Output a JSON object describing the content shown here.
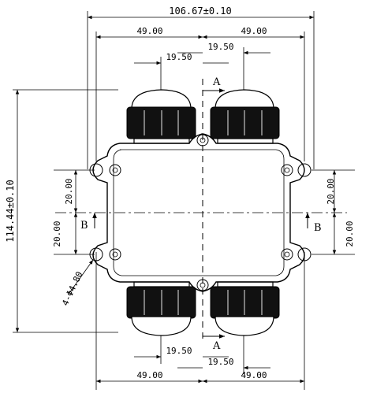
{
  "dimensions": {
    "overall_width": "106.67±0.10",
    "overall_height": "114.44±0.10",
    "top_left_span": "49.00",
    "top_right_span": "49.00",
    "bottom_left_span": "49.00",
    "bottom_right_span": "49.00",
    "top_left_offset": "19.50",
    "top_right_offset": "19.50",
    "bottom_left_offset": "19.50",
    "bottom_right_offset": "19.50",
    "left_upper_pitch": "20.00",
    "left_lower_pitch": "20.00",
    "right_upper_pitch": "20.00",
    "right_lower_pitch": "20.00",
    "hole_callout": "4-Φ4.80"
  },
  "section_markers": {
    "top": "A",
    "bottom": "A",
    "left": "B",
    "right": "B"
  }
}
